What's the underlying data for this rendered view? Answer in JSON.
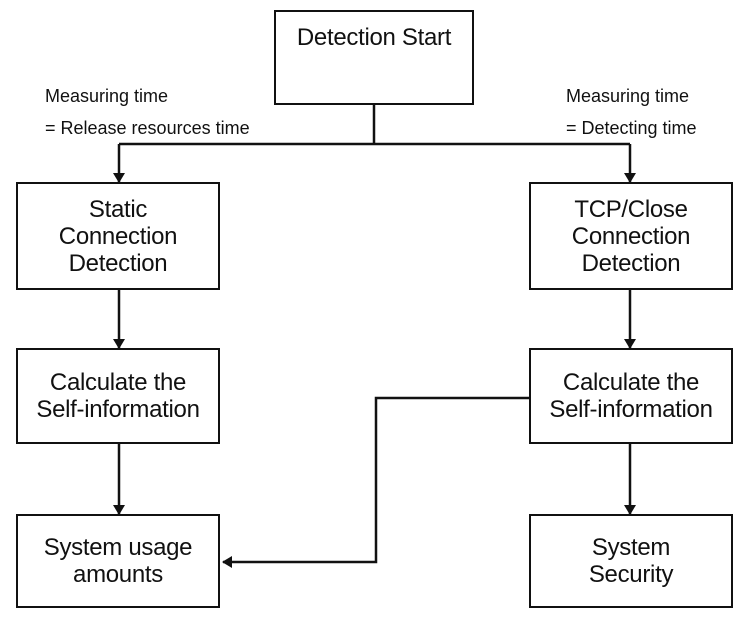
{
  "diagram": {
    "nodes": {
      "start": "Detection Start",
      "static_detection": "Static\nConnection\nDetection",
      "tcp_detection": "TCP/Close\nConnection\nDetection",
      "left_calc": "Calculate the\nSelf-information",
      "right_calc": "Calculate the\nSelf-information",
      "usage": "System usage\namounts",
      "security": "System\nSecurity"
    },
    "annotations": {
      "left_line1": "Measuring time",
      "left_line2": "= Release resources time",
      "right_line1": "Measuring time",
      "right_line2": "= Detecting time"
    },
    "colors": {
      "line": "#111111",
      "box_border": "#111111",
      "background": "#ffffff"
    }
  }
}
